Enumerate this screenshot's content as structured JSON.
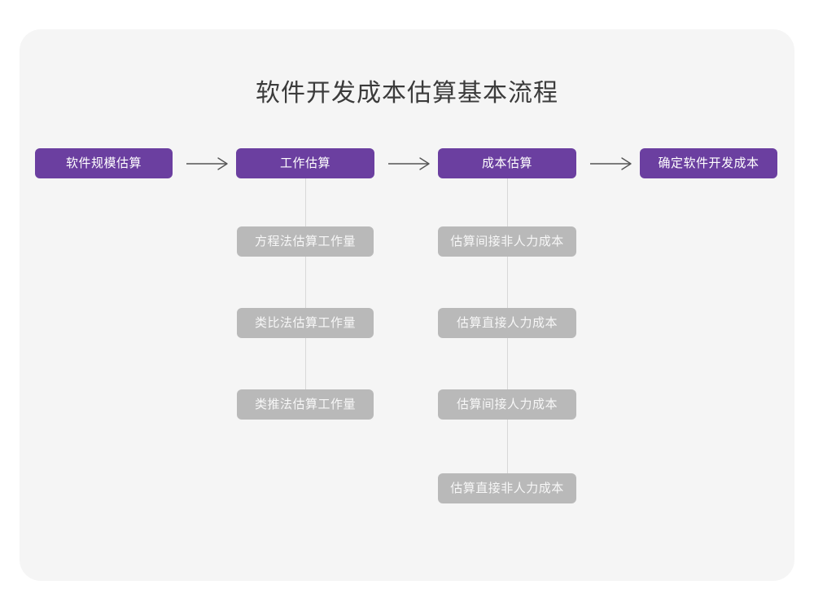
{
  "page": {
    "title": "软件开发成本估算基本流程",
    "background_color": "#ffffff",
    "card_color": "#f5f5f5",
    "accent_color": "#6b3fa0",
    "secondary_color": "#b9b9b9",
    "connector_color": "#d8d8d8",
    "title_color": "#3b3b3b"
  },
  "flow": {
    "main_steps": [
      {
        "label": "软件规模估算"
      },
      {
        "label": "工作估算"
      },
      {
        "label": "成本估算"
      },
      {
        "label": "确定软件开发成本"
      }
    ],
    "arrows": [
      {
        "name": "arrow-1"
      },
      {
        "name": "arrow-2"
      },
      {
        "name": "arrow-3"
      }
    ],
    "branches": [
      {
        "parent": "工作估算",
        "items": [
          {
            "label": "方程法估算工作量"
          },
          {
            "label": "类比法估算工作量"
          },
          {
            "label": "类推法估算工作量"
          }
        ]
      },
      {
        "parent": "成本估算",
        "items": [
          {
            "label": "估算间接非人力成本"
          },
          {
            "label": "估算直接人力成本"
          },
          {
            "label": "估算间接人力成本"
          },
          {
            "label": "估算直接非人力成本"
          }
        ]
      }
    ]
  }
}
